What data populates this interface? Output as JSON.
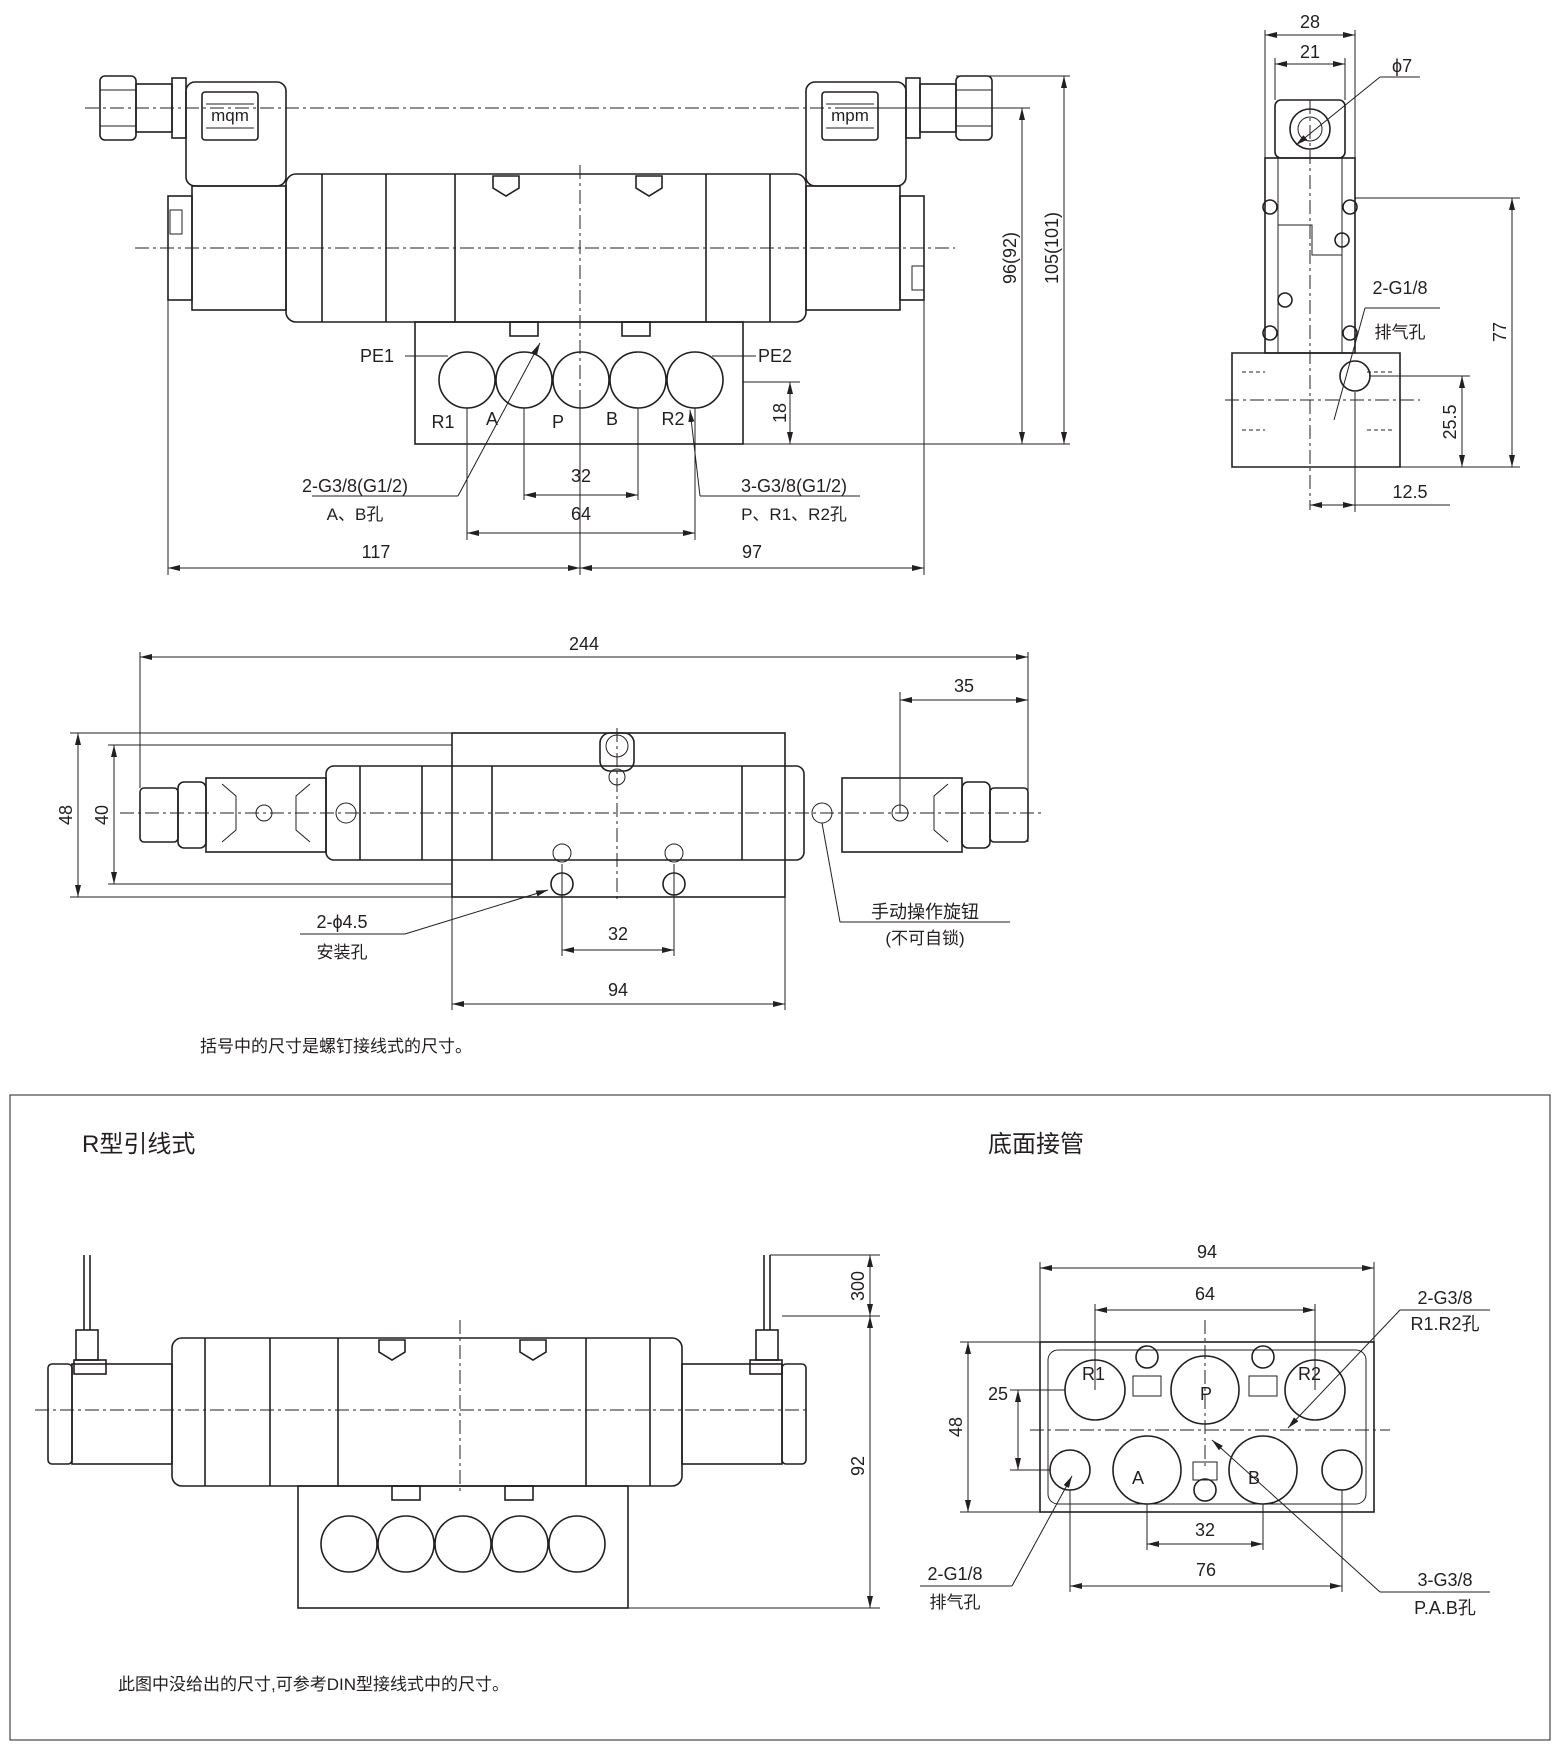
{
  "top_front": {
    "coil_logo_left": "mqm",
    "coil_logo_right": "mpm",
    "pe1": "PE1",
    "pe2": "PE2",
    "r1": "R1",
    "a": "A",
    "p": "P",
    "b": "B",
    "r2": "R2",
    "dim_18": "18",
    "dim_32": "32",
    "dim_64": "64",
    "dim_117": "117",
    "dim_97": "97",
    "dim_96": "96(92)",
    "dim_105": "105(101)",
    "port_ab_spec": "2-G3/8(G1/2)",
    "port_ab_name": "A、B孔",
    "port_pr_spec": "3-G3/8(G1/2)",
    "port_pr_name": "P、R1、R2孔"
  },
  "side_view": {
    "dim_28": "28",
    "dim_21": "21",
    "phi7": "ϕ7",
    "exhaust_spec": "2-G1/8",
    "exhaust_name": "排气孔",
    "dim_77": "77",
    "dim_25_5": "25.5",
    "dim_12_5": "12.5"
  },
  "top_view": {
    "dim_244": "244",
    "dim_35": "35",
    "dim_48": "48",
    "dim_40": "40",
    "hole_spec": "2-ϕ4.5",
    "hole_name": "安装孔",
    "dim_32": "32",
    "dim_94": "94",
    "manual_knob": "手动操作旋钮",
    "manual_knob_note": "(不可自锁)"
  },
  "note_top": "括号中的尺寸是螺钉接线式的尺寸。",
  "r_type": {
    "title": "R型引线式",
    "dim_300": "300",
    "dim_92": "92",
    "note": "此图中没给出的尺寸,可参考DIN型接线式中的尺寸。"
  },
  "bottom_piping": {
    "title": "底面接管",
    "dim_94": "94",
    "dim_64": "64",
    "dim_48": "48",
    "dim_25": "25",
    "dim_32": "32",
    "dim_76": "76",
    "r1": "R1",
    "p": "P",
    "r2": "R2",
    "a": "A",
    "b": "B",
    "r_spec": "2-G3/8",
    "r_name": "R1.R2孔",
    "exhaust_spec": "2-G1/8",
    "exhaust_name": "排气孔",
    "pab_spec": "3-G3/8",
    "pab_name": "P.A.B孔"
  }
}
